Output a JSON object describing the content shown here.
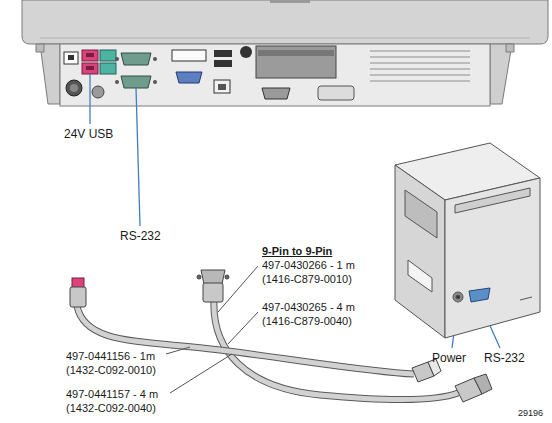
{
  "diagram": {
    "labels": [
      "24V USB",
      "RS-232",
      "9-Pin to 9-Pin",
      "497-0430266 - 1 m",
      "(1416-C879-0010)",
      "497-0430265 - 4 m",
      "(1416-C879-0040)",
      "497-0441156 - 1m",
      "(1432-C092-0010)",
      "497-0441157 - 4 m",
      "(1432-C092-0040)",
      "Power",
      "RS-232",
      "29196"
    ]
  }
}
